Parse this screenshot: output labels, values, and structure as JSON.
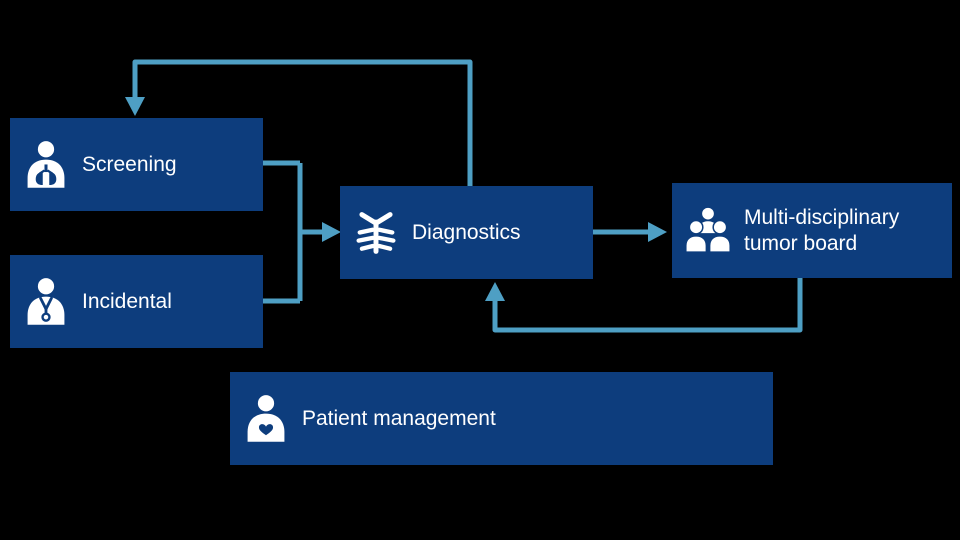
{
  "diagram": {
    "nodes": [
      {
        "id": "screening",
        "label": "Screening",
        "icon": "person-lungs-icon"
      },
      {
        "id": "incidental",
        "label": "Incidental",
        "icon": "doctor-stethoscope-icon"
      },
      {
        "id": "diagnostics",
        "label": "Diagnostics",
        "icon": "ribcage-xray-icon"
      },
      {
        "id": "tumor_board",
        "label": "Multi-disciplinary tumor board",
        "icon": "people-group-icon"
      },
      {
        "id": "patient_management",
        "label": "Patient management",
        "icon": "patient-heart-icon"
      }
    ],
    "edges": [
      {
        "from": "screening",
        "to": "diagnostics",
        "type": "merge"
      },
      {
        "from": "incidental",
        "to": "diagnostics",
        "type": "merge"
      },
      {
        "from": "diagnostics",
        "to": "screening",
        "type": "feedback-top"
      },
      {
        "from": "diagnostics",
        "to": "tumor_board",
        "type": "forward"
      },
      {
        "from": "tumor_board",
        "to": "diagnostics",
        "type": "feedback-bottom"
      }
    ],
    "colors": {
      "background": "#000000",
      "box": "#0d3d7d",
      "arrow": "#4e9fc4",
      "text": "#ffffff"
    }
  }
}
